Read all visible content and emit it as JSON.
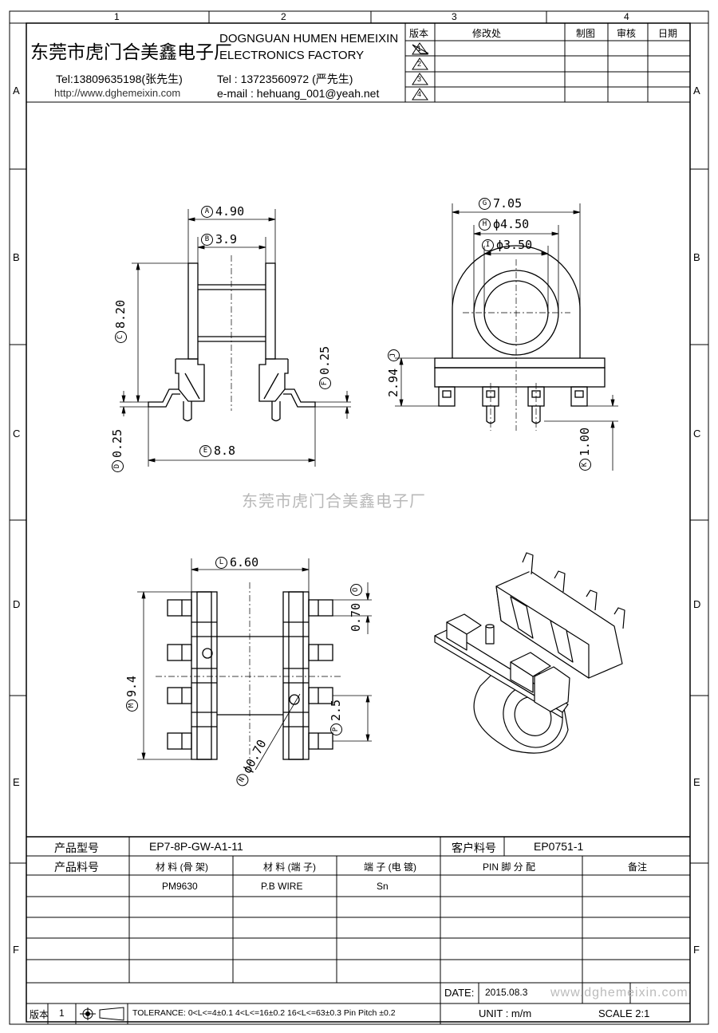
{
  "frame": {
    "col_labels": [
      "1",
      "2",
      "3",
      "4"
    ],
    "row_labels": [
      "A",
      "B",
      "C",
      "D",
      "E",
      "F"
    ]
  },
  "company": {
    "name_cn": "东莞市虎门合美鑫电子厂",
    "name_en_1": "DOGNGUAN HUMEN HEMEIXIN",
    "name_en_2": "ELECTRONICS FACTORY",
    "tel1": "Tel:13809635198(张先生)",
    "tel2": "Tel : 13723560972 (严先生)",
    "website": "http://www.dghemeixin.com",
    "email": "e-mail : hehuang_001@yeah.net"
  },
  "revision_table": {
    "headers": [
      "版本",
      "修改处",
      "制图",
      "审核",
      "日期"
    ],
    "rows": [
      "1",
      "2",
      "3",
      "4"
    ]
  },
  "dimensions": {
    "A": "4.90",
    "B": "3.9",
    "C": "8.20",
    "D": "0.25",
    "E": "8.8",
    "F": "0.25",
    "G": "7.05",
    "H": "ϕ4.50",
    "I": "ϕ3.50",
    "J": "2.94",
    "K": "1.00",
    "L": "6.60",
    "M": "9.4",
    "N": "ϕ0.70",
    "O": "0.70",
    "P": "2.5"
  },
  "watermark": "东莞市虎门合美鑫电子厂",
  "title_block": {
    "product_model_label": "产品型号",
    "product_model": "EP7-8P-GW-A1-11",
    "customer_pn_label": "客户料号",
    "customer_pn": "EP0751-1",
    "product_pn_label": "产品料号",
    "col_material_bobbin": "材 料 (骨 架)",
    "col_material_pin": "材 料 (端 子)",
    "col_plating": "端 子 (电 镀)",
    "col_pin_assign": "PIN 脚 分 配",
    "col_remarks": "备注",
    "material_bobbin": "PM9630",
    "material_pin": "P.B WIRE",
    "plating": "Sn",
    "date_label": "DATE:",
    "date": "2015.08.3",
    "version_label": "版本",
    "version": "1",
    "tolerance": "TOLERANCE: 0<L<=4±0.1  4<L<=16±0.2  16<L<=63±0.3  Pin Pitch ±0.2",
    "unit": "UNIT : m/m",
    "scale": "SCALE  2:1",
    "footer_watermark": "www.dghemeixin.com"
  }
}
